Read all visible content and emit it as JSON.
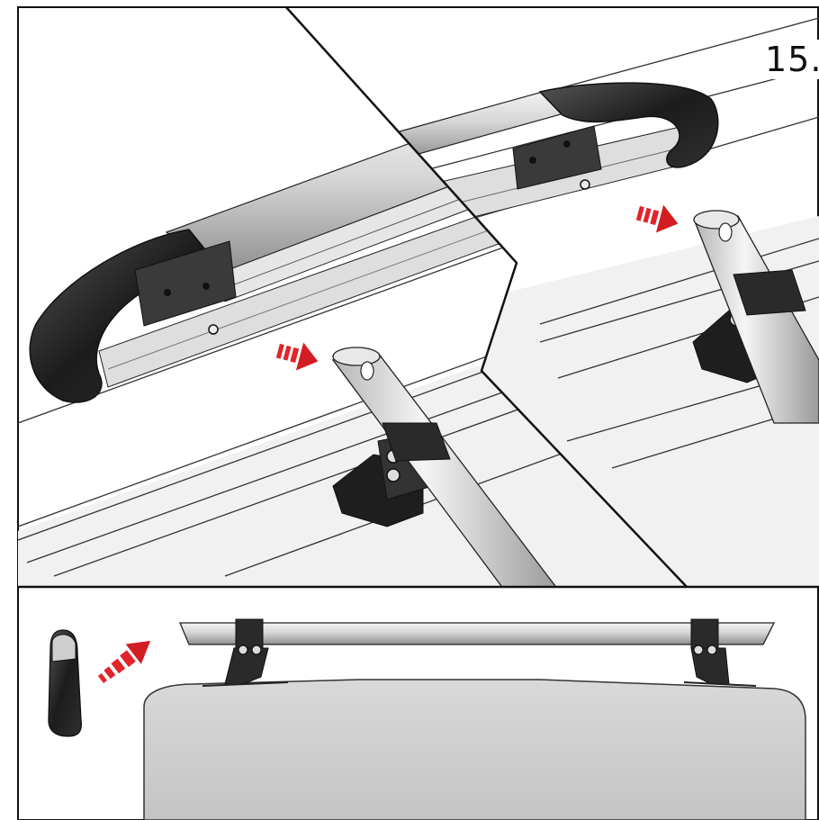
{
  "step": {
    "number": "15."
  },
  "colors": {
    "arrow": "#e0242a",
    "arrow_dark": "#b0161b",
    "end_cap": "#1f1f1f",
    "aluminium": "#dcdcdc",
    "roof_panel": "#c9c9c9",
    "outline": "#111111"
  },
  "panels": [
    {
      "name": "detail-left",
      "parts": [
        "rail-end",
        "end-cap",
        "mounting-foot",
        "crossbar-leg",
        "push-arrow"
      ]
    },
    {
      "name": "detail-right",
      "parts": [
        "rail-end",
        "end-cap",
        "mounting-foot",
        "crossbar-leg",
        "push-arrow"
      ]
    },
    {
      "name": "overview",
      "parts": [
        "loose-end-cap",
        "dashed-arrow",
        "roof-rail",
        "vehicle-roof"
      ]
    }
  ],
  "icons": [
    "red-push-arrow-icon",
    "red-dashed-arrow-icon"
  ]
}
